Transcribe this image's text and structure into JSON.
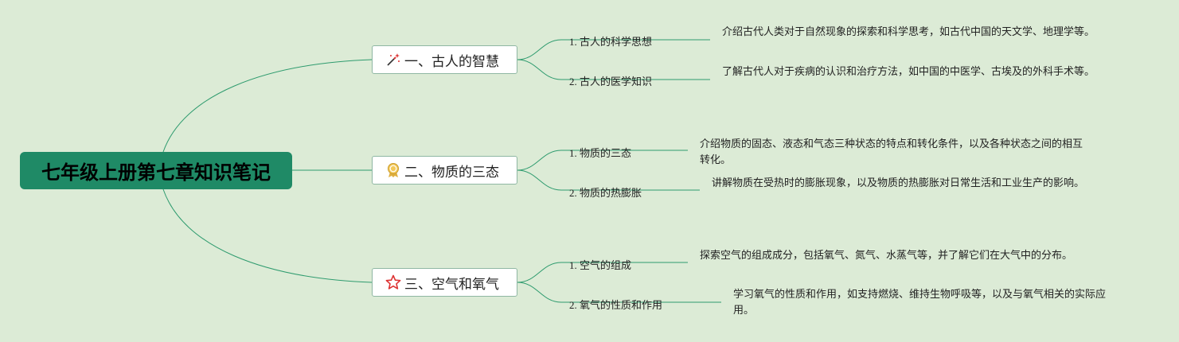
{
  "root": {
    "title": "七年级上册第七章知识笔记"
  },
  "branches": [
    {
      "label": "一、古人的智慧",
      "icon": "magic-wand-icon",
      "topics": [
        {
          "label": "1. 古人的科学思想",
          "desc": "介绍古代人类对于自然现象的探索和科学思考，如古代中国的天文学、地理学等。"
        },
        {
          "label": "2. 古人的医学知识",
          "desc": "了解古代人对于疾病的认识和治疗方法，如中国的中医学、古埃及的外科手术等。"
        }
      ]
    },
    {
      "label": "二、物质的三态",
      "icon": "award-ribbon-icon",
      "topics": [
        {
          "label": "1. 物质的三态",
          "desc": "介绍物质的固态、液态和气态三种状态的特点和转化条件，以及各种状态之间的相互转化。"
        },
        {
          "label": "2. 物质的热膨胀",
          "desc": "讲解物质在受热时的膨胀现象，以及物质的热膨胀对日常生活和工业生产的影响。"
        }
      ]
    },
    {
      "label": "三、空气和氧气",
      "icon": "star-icon",
      "topics": [
        {
          "label": "1. 空气的组成",
          "desc": "探索空气的组成成分，包括氧气、氮气、水蒸气等，并了解它们在大气中的分布。"
        },
        {
          "label": "2. 氧气的性质和作用",
          "desc": "学习氧气的性质和作用，如支持燃烧、维持生物呼吸等，以及与氧气相关的实际应用。"
        }
      ]
    }
  ],
  "colors": {
    "background": "#dcebd6",
    "root_fill": "#1f8a66",
    "line": "#2e9b6e",
    "branch_border": "#8fb7a3"
  }
}
